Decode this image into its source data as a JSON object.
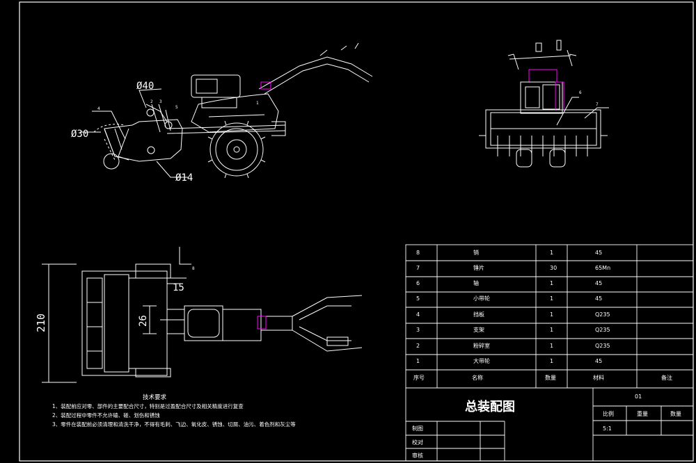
{
  "dimensions": {
    "d40": "Ø40",
    "d30": "Ø30",
    "d14": "Ø14",
    "h210": "210",
    "v26": "26",
    "v15": "15"
  },
  "callouts": {
    "side": [
      "1",
      "2",
      "3",
      "4",
      "5"
    ],
    "front": [
      "6",
      "7"
    ],
    "top": [
      "8"
    ]
  },
  "tech_requirements": {
    "title": "技术要求",
    "items": [
      "1、装配前应对零、部件的主要配合尺寸，特别是过盈配合尺寸及相关精度进行复查",
      "2、装配过程中零件不允许磕、碰、划伤和锈蚀",
      "3、零件在装配前必须清理和清洗干净，不得有毛刺、飞边、氧化皮、锈蚀、切屑、油污、着色剂和灰尘等"
    ]
  },
  "bom": {
    "headers": [
      "序号",
      "名称",
      "数量",
      "材料",
      "备注"
    ],
    "rows": [
      [
        "8",
        "销",
        "1",
        "45",
        ""
      ],
      [
        "7",
        "锤片",
        "30",
        "65Mn",
        ""
      ],
      [
        "6",
        "轴",
        "1",
        "45",
        ""
      ],
      [
        "5",
        "小带轮",
        "1",
        "45",
        ""
      ],
      [
        "4",
        "挡板",
        "1",
        "Q235",
        ""
      ],
      [
        "3",
        "支架",
        "1",
        "Q235",
        ""
      ],
      [
        "2",
        "粉碎室",
        "1",
        "Q235",
        ""
      ],
      [
        "1",
        "大带轮",
        "1",
        "45",
        ""
      ]
    ]
  },
  "title_block": {
    "drawing_title": "总装配图",
    "drawing_no": "01",
    "scale_label": "比例",
    "weight_label": "重量",
    "qty_label": "数量",
    "scale_value": "5:1",
    "draw_label": "制图",
    "check_label": "校对",
    "review_label": "审核"
  },
  "colors": {
    "background": "#000000",
    "line": "#ffffff",
    "highlight": "#ff00ff"
  }
}
